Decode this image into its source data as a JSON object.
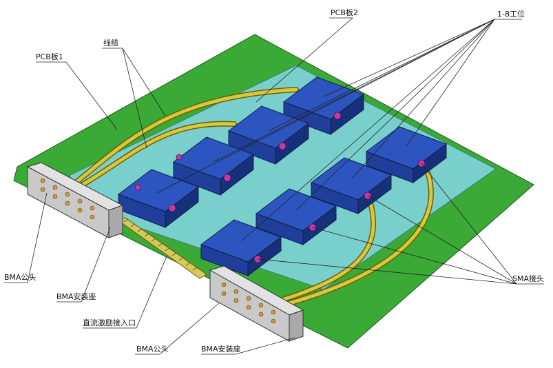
{
  "labels": {
    "pcb1": "PCB板1",
    "pcb2": "PCB板2",
    "cable": "线缆",
    "stations": "1-8工位",
    "sma": "SMA接头",
    "bma_male_left": "BMA公头",
    "bma_mount_left": "BMA安装座",
    "dc_input": "直流激励接入口",
    "bma_male_right": "BMA公头",
    "bma_mount_right": "BMA安装座"
  },
  "colors": {
    "pcb1_green": "#3aa935",
    "pcb2_cyan": "#79cfcb",
    "module_blue": "#1f3f9a",
    "module_top": "#2c55c0",
    "cable_yellow": "#d8c93a",
    "sma_magenta": "#c13aa8",
    "connector_gray": "#c9c9c9",
    "pin_gold": "#c79a3a"
  }
}
